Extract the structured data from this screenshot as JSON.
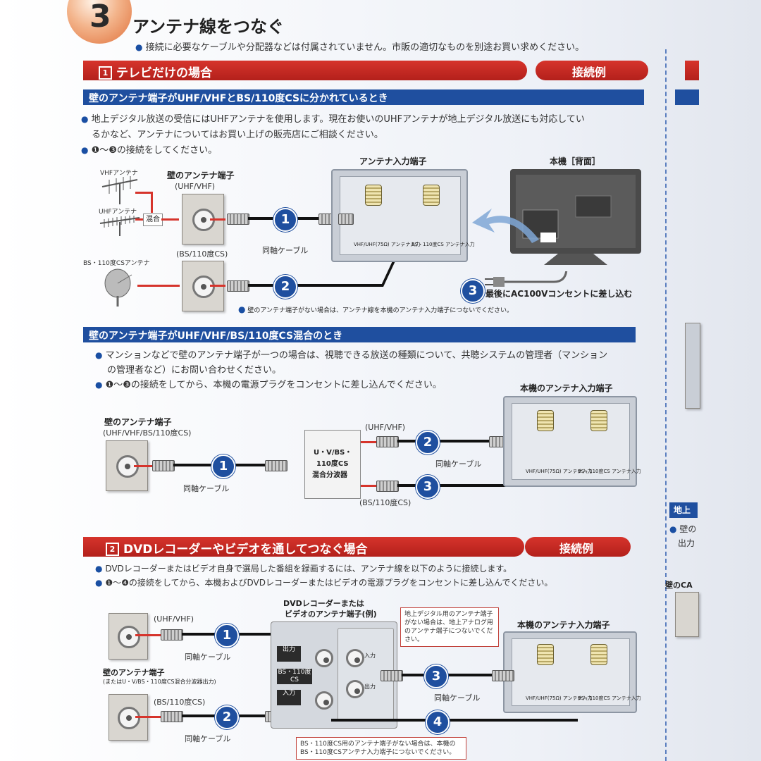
{
  "header": {
    "step_number": "3",
    "title": "アンテナ線をつなぐ",
    "note": "接続に必要なケーブルや分配器などは付属されていません。市販の適切なものを別途お買い求めください。"
  },
  "section1": {
    "number": "1",
    "title": "テレビだけの場合",
    "tab": "接続例",
    "sub1": {
      "heading": "壁のアンテナ端子がUHF/VHFとBS/110度CSに分かれているとき",
      "bullet1_line1": "地上デジタル放送の受信にはUHFアンテナを使用します。現在お使いのUHFアンテナが地上デジタル放送にも対応してい",
      "bullet1_line2": "るかなど、アンテナについてはお買い上げの販売店にご相談ください。",
      "bullet2": "❶〜❸の接続をしてください。",
      "label_vhf_antenna": "VHFアンテナ",
      "label_uhf_antenna": "UHFアンテナ",
      "label_mix": "混合",
      "label_bs_antenna": "BS・110度CSアンテナ",
      "label_wall_terminal": "壁のアンテナ端子",
      "label_uhf_vhf": "(UHF/VHF)",
      "label_bs_cs": "(BS/110度CS)",
      "label_coax": "同軸ケーブル",
      "label_antenna_input": "アンテナ入力端子",
      "label_unit_rear": "本機［背面］",
      "label_port_left": "VHF/UHF(75Ω)",
      "label_port_left2": "アンテナ入力",
      "label_port_right": "BS・110度CS",
      "label_port_right2": "アンテナ入力",
      "step3_text": "最後にAC100Vコンセントに差し込む",
      "note": "壁のアンテナ端子がない場合は、アンテナ線を本機のアンテナ入力端子につないでください。",
      "num1": "1",
      "num2": "2",
      "num3": "3"
    },
    "sub2": {
      "heading": "壁のアンテナ端子がUHF/VHF/BS/110度CS混合のとき",
      "bullet1_line1": "マンションなどで壁のアンテナ端子が一つの場合は、視聴できる放送の種類について、共聴システムの管理者（マンション",
      "bullet1_line2": "の管理者など）にお問い合わせください。",
      "bullet2": "❶〜❸の接続をしてから、本機の電源プラグをコンセントに差し込んでください。",
      "label_wall_terminal": "壁のアンテナ端子",
      "label_wall_mixed": "(UHF/VHF/BS/110度CS)",
      "label_splitter_line1": "U・V/BS・",
      "label_splitter_line2": "110度CS",
      "label_splitter_line3": "混合分波器",
      "label_uhf_vhf": "(UHF/VHF)",
      "label_bs_cs": "(BS/110度CS)",
      "label_coax": "同軸ケーブル",
      "label_unit_input": "本機のアンテナ入力端子",
      "num1": "1",
      "num2": "2",
      "num3": "3"
    }
  },
  "section2": {
    "number": "2",
    "title": "DVDレコーダーやビデオを通してつなぐ場合",
    "tab": "接続例",
    "bullet1": "DVDレコーダーまたはビデオ自身で選局した番組を録画するには、アンテナ線を以下のように接続します。",
    "bullet2": "❶〜❹の接続をしてから、本機およびDVDレコーダーまたはビデオの電源プラグをコンセントに差し込んでください。",
    "label_uhf_vhf": "(UHF/VHF)",
    "label_bs_cs": "(BS/110度CS)",
    "label_wall_terminal": "壁のアンテナ端子",
    "label_wall_sub": "(またはU・V/BS・110度CS混合分波器出力)",
    "label_dvd_line1": "DVDレコーダーまたは",
    "label_dvd_line2": "ビデオのアンテナ端子(例)",
    "label_unit_input": "本機のアンテナ入力端子",
    "label_coax": "同軸ケーブル",
    "label_out": "出力",
    "label_in": "入力",
    "label_bs": "BS・110度CS",
    "note_top": "地上デジタル用のアンテナ端子がない場合は、地上アナログ用のアンテナ端子につないでください。",
    "note_bottom": "BS・110度CS用のアンテナ端子がない場合は、本機のBS・110度CSアンテナ入力端子につないでください。",
    "num1": "1",
    "num2": "2",
    "num3": "3",
    "num4": "4"
  },
  "right_edge": {
    "blue_text": "地上",
    "text1": "壁の",
    "text2": "出力",
    "text3": "壁のCA"
  },
  "colors": {
    "accent_red": "#d6342c",
    "accent_blue": "#1f4f9f",
    "step_orange": "#e0703a"
  }
}
